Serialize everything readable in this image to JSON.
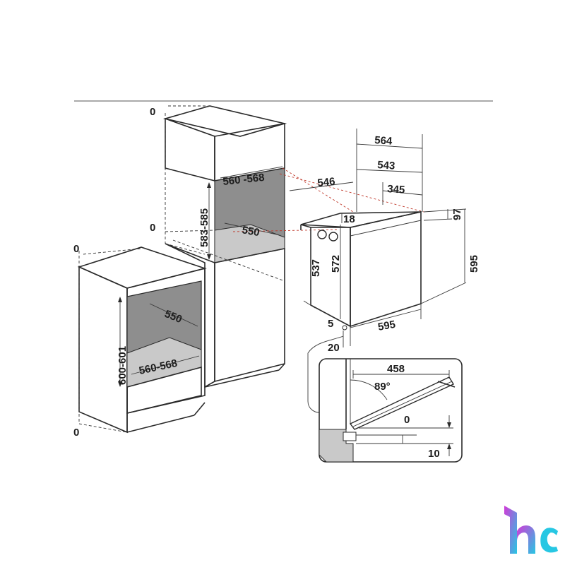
{
  "dimensions": {
    "tall_top_zero": "0",
    "tall_mid_zero": "0",
    "low_top_zero": "0",
    "low_bottom_zero": "0",
    "tall_niche_width": "560 -568",
    "tall_niche_height": "583-585",
    "tall_niche_depth": "550",
    "low_niche_depth": "550",
    "low_niche_height": "600-601",
    "low_niche_width": "560-568",
    "oven_total_depth": "564",
    "oven_body_depth": "543",
    "oven_depth_546": "546",
    "oven_depth_345": "345",
    "oven_top_offset": "18",
    "oven_panel_height": "97",
    "oven_height_537": "537",
    "oven_height_572": "572",
    "oven_height_595": "595",
    "oven_width_595": "595",
    "oven_gap_5": "5",
    "oven_gap_20": "20",
    "door_length": "458",
    "door_angle": "89°",
    "door_gap_0": "0",
    "door_gap_10": "10"
  },
  "colors": {
    "cavity_gray": "#8e8e8e",
    "floor_gray": "#c9c9c9",
    "line": "#2a2a2a",
    "logo_cyan": "#27c7e3",
    "logo_magenta": "#d23ad8"
  },
  "logo": {
    "name": "hc-logo"
  }
}
